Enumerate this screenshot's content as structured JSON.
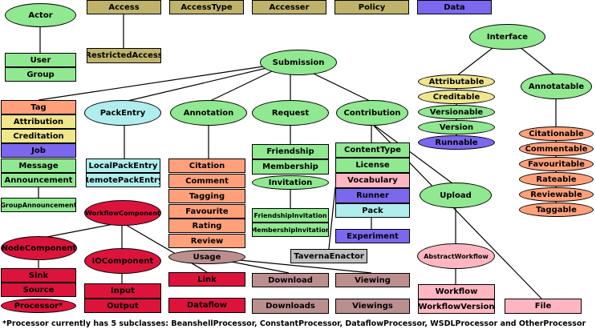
{
  "colors": {
    "khaki": "#bfb36b",
    "green": "#90e890",
    "salmon": "#ffa07a",
    "yellow": "#f0e68c",
    "purple": "#7b68ee",
    "cyan": "#b0eeee",
    "pink": "#ffb6c1",
    "crimson": "#dc143c",
    "mauve": "#bc8f8f",
    "grey": "#c0c0c0"
  },
  "nodes": {
    "actor": "Actor",
    "user": "User",
    "group": "Group",
    "access": "Access",
    "restricted_access": "RestrictedAccess",
    "access_type": "AccessType",
    "accesser": "Accesser",
    "policy": "Policy",
    "data": "Data",
    "interface": "Interface",
    "attributable": "Attributable",
    "creditable": "Creditable",
    "versionable": "Versionable",
    "version": "Version",
    "runnable": "Runnable",
    "annotatable": "Annotatable",
    "citationable": "Citationable",
    "commentable": "Commentable",
    "favouritable": "Favouritable",
    "rateable": "Rateable",
    "reviewable": "Reviewable",
    "taggable": "Taggable",
    "submission": "Submission",
    "tag": "Tag",
    "attribution": "Attribution",
    "creditation": "Creditation",
    "job": "Job",
    "message": "Message",
    "announcement": "Announcement",
    "group_announcement": "GroupAnnouncement",
    "pack_entry": "PackEntry",
    "local_pack_entry": "LocalPackEntry",
    "remote_pack_entry": "RemotePackEntry",
    "annotation": "Annotation",
    "citation": "Citation",
    "comment": "Comment",
    "tagging": "Tagging",
    "favourite": "Favourite",
    "rating": "Rating",
    "review": "Review",
    "usage": "Usage",
    "request": "Request",
    "friendship": "Friendship",
    "membership": "Membership",
    "invitation": "Invitation",
    "friendship_invitation": "FriendshipInvitation",
    "membership_invitation": "MembershipInvitation",
    "contribution": "Contribution",
    "content_type": "ContentType",
    "license": "License",
    "vocabulary": "Vocabulary",
    "runner": "Runner",
    "pack": "Pack",
    "experiment": "Experiment",
    "taverna_enactor": "TavernaEnactor",
    "upload": "Upload",
    "abstract_workflow": "AbstractWorkflow",
    "workflow": "Workflow",
    "workflow_version": "WorkflowVersion",
    "file": "File",
    "workflow_component": "WorkflowComponent",
    "node_component": "NodeComponent",
    "sink": "Sink",
    "source": "Source",
    "processor": "Processor*",
    "io_component": "IOComponent",
    "input": "Input",
    "output": "Output",
    "link": "Link",
    "dataflow": "Dataflow",
    "download": "Download",
    "downloads": "Downloads",
    "viewing": "Viewing",
    "viewings": "Viewings"
  },
  "footnote": "*Processor currently has 5 subclasses: BeanshellProcessor, ConstantProcessor, DataflowProcessor, WSDLProcessor and OtherProcessor"
}
